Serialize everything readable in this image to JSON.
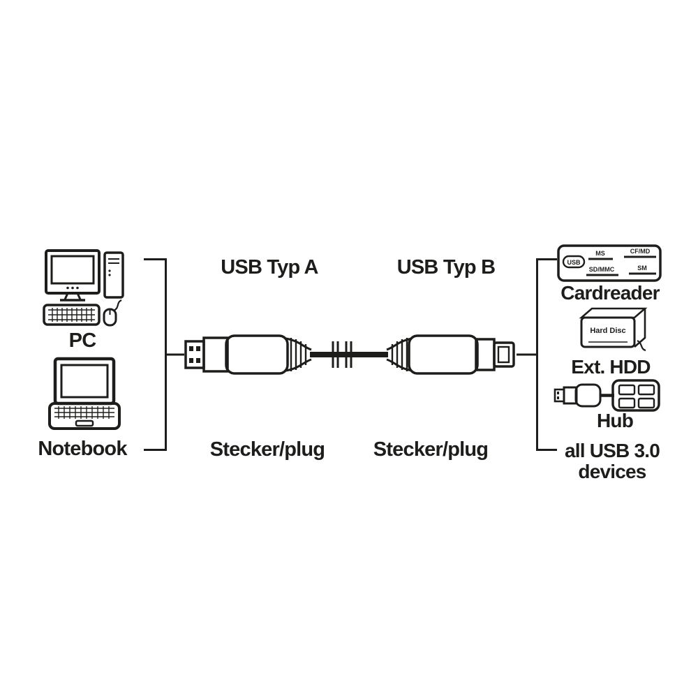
{
  "colors": {
    "ink": "#1d1d1b",
    "background": "#ffffff"
  },
  "left": {
    "pc_label": "PC",
    "notebook_label": "Notebook"
  },
  "cable": {
    "connector_a_label": "USB Typ A",
    "connector_b_label": "USB Typ B",
    "plug_a_label": "Stecker/plug",
    "plug_b_label": "Stecker/plug"
  },
  "right": {
    "cardreader_label": "Cardreader",
    "cardreader_slots": {
      "usb": "USB",
      "ms": "MS",
      "cfmd": "CF/MD",
      "sdmmc": "SD/MMC",
      "sm": "SM"
    },
    "hdd_text": "Hard Disc",
    "hdd_label": "Ext. HDD",
    "hub_label": "Hub",
    "devices_label_line1": "all USB 3.0",
    "devices_label_line2": "devices"
  },
  "icons": {
    "pc": "pc-icon",
    "notebook": "notebook-icon",
    "cardreader": "cardreader-icon",
    "ext_hdd": "ext-hdd-icon",
    "hub": "hub-icon",
    "cable": "usb-cable-drawing"
  }
}
